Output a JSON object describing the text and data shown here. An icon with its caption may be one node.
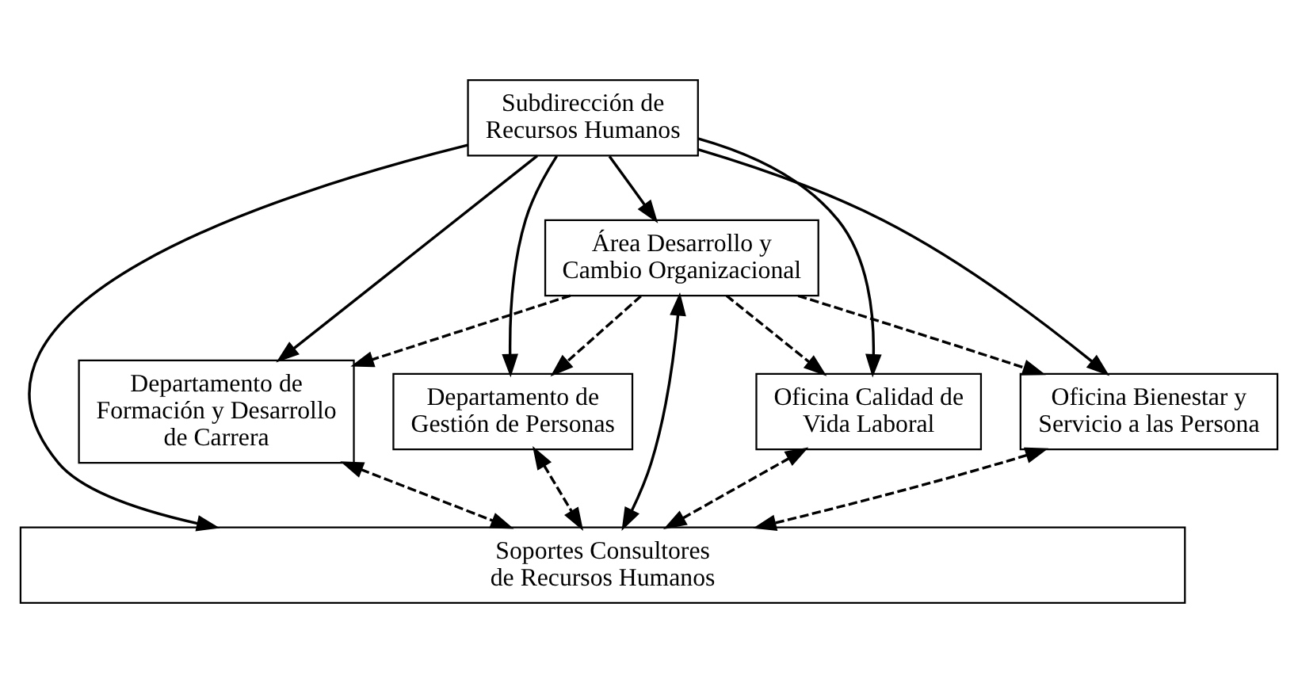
{
  "diagram": {
    "nodes": [
      {
        "text": [
          "Subdirección de Recursos Humanos"
        ]
      },
      {
        "text": [
          "Área Desarrollo y Cambio Organizacional"
        ]
      },
      {
        "text": [
          "Departamento de Formación y Desarrollo de Carrera"
        ]
      },
      {
        "text": [
          "Departamento de Gestión de Personas"
        ]
      },
      {
        "text": [
          "Oficina Calidad de Vida Laboral"
        ]
      },
      {
        "text": [
          "Oficina Bienestar y Servicio a las Persona"
        ]
      },
      {
        "text": [
          "Soportes Consultores de Recursos Humanos"
        ]
      }
    ],
    "edges": [
      {
        "from": 0,
        "to": 1,
        "arrow": "to"
      },
      {
        "from": 0,
        "to": 2,
        "arrow": "to"
      },
      {
        "from": 0,
        "to": 3,
        "arrow": "to"
      },
      {
        "from": 0,
        "to": 4,
        "arrow": "to"
      },
      {
        "from": 0,
        "to": 5,
        "arrow": "to"
      },
      {
        "from": 0,
        "to": 6,
        "arrow": "to"
      },
      {
        "from": 1,
        "to": 2,
        "arrow": "to",
        "style": "dashed"
      },
      {
        "from": 1,
        "to": 3,
        "arrow": "to",
        "style": "dashed"
      },
      {
        "from": 1,
        "to": 4,
        "arrow": "to",
        "style": "dashed"
      },
      {
        "from": 1,
        "to": 5,
        "arrow": "to",
        "style": "dashed"
      },
      {
        "from": 1,
        "to": 6,
        "arrow": "both"
      },
      {
        "from": 2,
        "to": 6,
        "arrow": "both",
        "style": "dashed"
      },
      {
        "from": 3,
        "to": 6,
        "arrow": "both",
        "style": "dashed"
      },
      {
        "from": 4,
        "to": 6,
        "arrow": "both",
        "style": "dashed"
      },
      {
        "from": 5,
        "to": 6,
        "arrow": "both",
        "style": "dashed"
      }
    ]
  }
}
